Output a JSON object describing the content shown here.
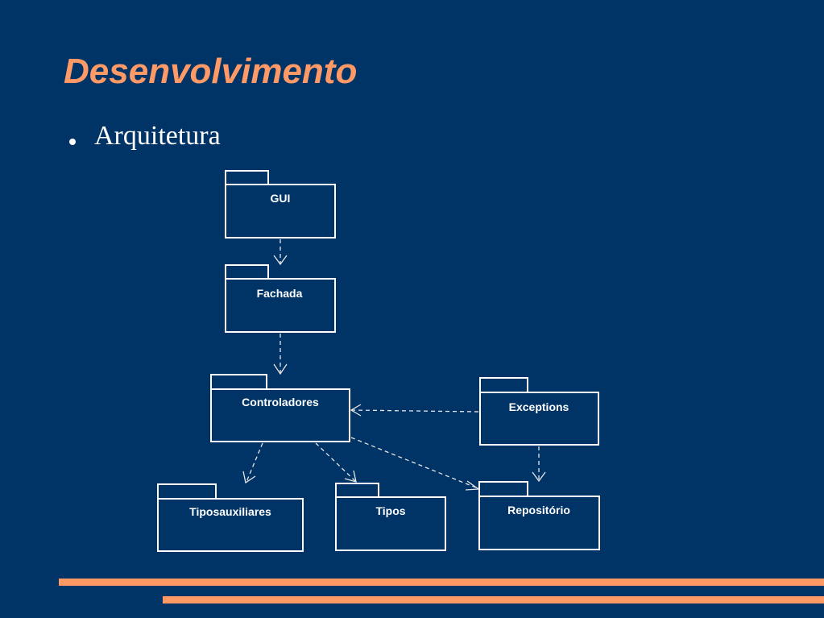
{
  "slide": {
    "title": "Desenvolvimento",
    "bullet": "Arquitetura"
  },
  "diagram": {
    "packages": {
      "gui": "GUI",
      "fachada": "Fachada",
      "controladores": "Controladores",
      "exceptions": "Exceptions",
      "tiposauxiliares": "Tiposauxiliares",
      "tipos": "Tipos",
      "repositorio": "Repositório"
    },
    "dependencies": [
      {
        "from": "GUI",
        "to": "Fachada"
      },
      {
        "from": "Fachada",
        "to": "Controladores"
      },
      {
        "from": "Exceptions",
        "to": "Controladores"
      },
      {
        "from": "Exceptions",
        "to": "Repositório"
      },
      {
        "from": "Controladores",
        "to": "Tiposauxiliares"
      },
      {
        "from": "Controladores",
        "to": "Tipos"
      },
      {
        "from": "Controladores",
        "to": "Repositório"
      }
    ]
  },
  "colors": {
    "background": "#003366",
    "accent": "#ff9966",
    "text": "#ffffff"
  }
}
